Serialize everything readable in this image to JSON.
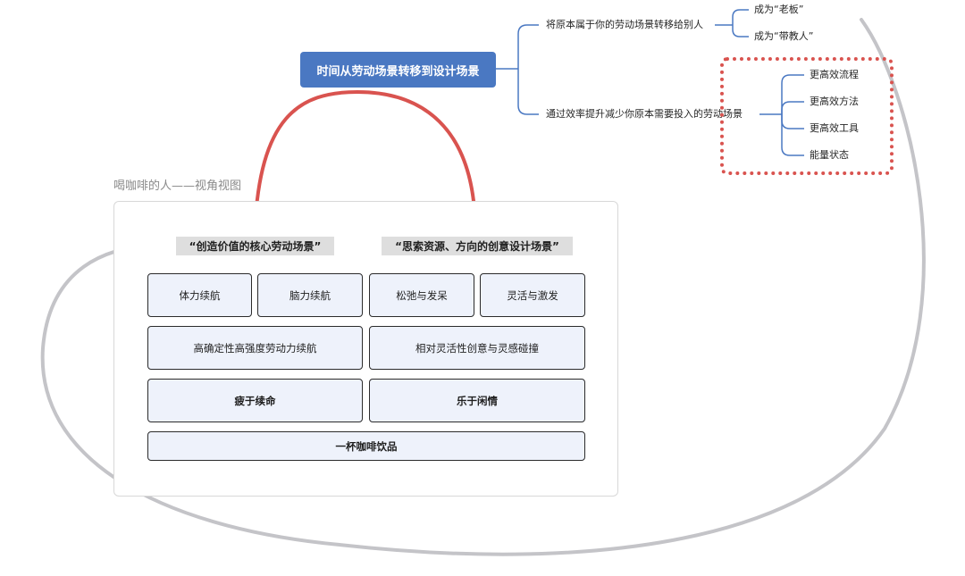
{
  "mindmap": {
    "main_topic": "时间从劳动场景转移到设计场景",
    "branch_1": {
      "label": "将原本属于你的劳动场景转移给别人",
      "children": [
        "成为“老板”",
        "成为“带教人”"
      ]
    },
    "branch_2": {
      "label": "通过效率提升减少你原本需要投入的劳动场景",
      "children": [
        "更高效流程",
        "更高效方法",
        "更高效工具",
        "能量状态"
      ]
    }
  },
  "view": {
    "title": "喝咖啡的人——视角视图",
    "left_label": "“创造价值的核心劳动场景”",
    "right_label": "“思索资源、方向的创意设计场景”",
    "grid": {
      "row1": [
        "体力续航",
        "脑力续航",
        "松弛与发呆",
        "灵活与激发"
      ],
      "row2": [
        "高确定性高强度劳动力续航",
        "相对灵活性创意与灵感碰撞"
      ],
      "row3": [
        "疲于续命",
        "乐于闲情"
      ],
      "row4": "一杯咖啡饮品"
    }
  },
  "colors": {
    "main_topic_fill": "#4a78c2",
    "connector_blue": "#4a78c2",
    "highlight_red": "#d9534f",
    "loop_gray": "#c4c4c8",
    "cell_fill": "#eef2fb",
    "label_fill": "#dedede"
  }
}
